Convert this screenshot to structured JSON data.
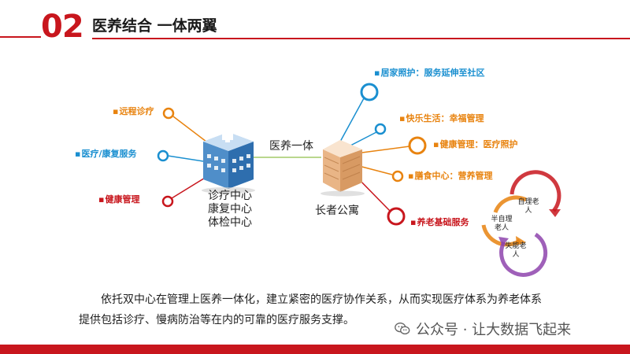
{
  "header": {
    "number": "02",
    "title": "医养结合 一体两翼"
  },
  "left_hub": {
    "lines": [
      "诊疗中心",
      "康复中心",
      "体检中心"
    ],
    "branches": [
      {
        "label": "远程诊疗",
        "color": "#e8830f"
      },
      {
        "label": "医疗/康复服务",
        "color": "#1a8fd0"
      },
      {
        "label": "健康管理",
        "color": "#c8161d"
      }
    ]
  },
  "link_label": "医养一体",
  "right_hub": {
    "label": "长者公寓",
    "branches": [
      {
        "label": "居家照护：服务延伸至社区",
        "color": "#1a8fd0"
      },
      {
        "label": "快乐生活：幸福管理",
        "color": "#e8830f"
      },
      {
        "label": "健康管理：医疗照护",
        "color": "#e8830f"
      },
      {
        "label": "膳食中心：营养管理",
        "color": "#e8830f"
      },
      {
        "label": "养老基础服务",
        "color": "#c8161d"
      }
    ]
  },
  "cycle": {
    "items": [
      "自理老人",
      "半自理老人",
      "失能老人"
    ],
    "colors": [
      "#c8161d",
      "#e8830f",
      "#8e44ad"
    ]
  },
  "body_text": "依托双中心在管理上医养一体化，建立紧密的医疗协作关系，从而实现医疗体系为养老体系提供包括诊疗、慢病防治等在内的可靠的医疗服务支撑。",
  "watermark": {
    "text": "公众号 · 让大数据飞起来",
    "icon": "wechat-icon"
  },
  "colors": {
    "accent": "#c8161d",
    "orange": "#e8830f",
    "blue": "#1a8fd0",
    "green_link": "#8fbf4a"
  }
}
